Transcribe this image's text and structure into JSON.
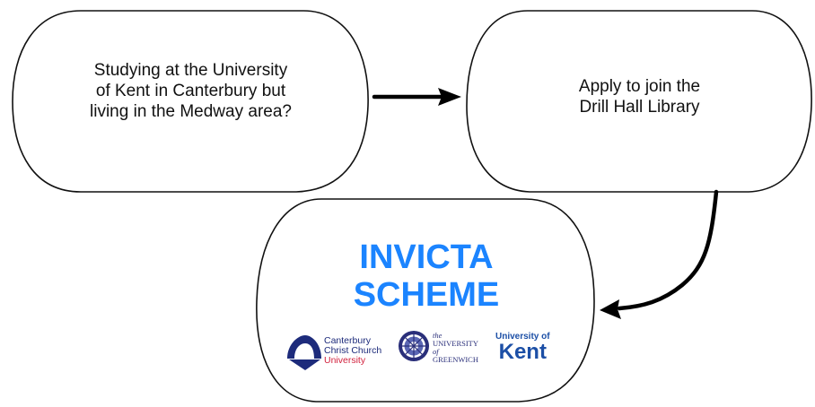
{
  "start_node": {
    "lines": [
      "Studying at the University",
      "of Kent in Canterbury but",
      "living in the Medway area?"
    ]
  },
  "step_node": {
    "lines": [
      "Apply to join the",
      "Drill Hall Library"
    ]
  },
  "result_node": {
    "title_lines": [
      "INVICTA",
      "SCHEME"
    ],
    "title_color": "#1b84ff"
  },
  "logos": {
    "canterbury": {
      "lines": [
        "Canterbury",
        "Christ Church",
        "University"
      ],
      "color": "#1d2b7b",
      "accent_color": "#d2223e"
    },
    "greenwich": {
      "lines": [
        "the",
        "UNIVERSITY",
        "of",
        "GREENWICH"
      ],
      "color": "#2a2f7a"
    },
    "kent": {
      "lines": [
        "University of",
        "Kent"
      ],
      "color": "#1c4fa6"
    }
  }
}
